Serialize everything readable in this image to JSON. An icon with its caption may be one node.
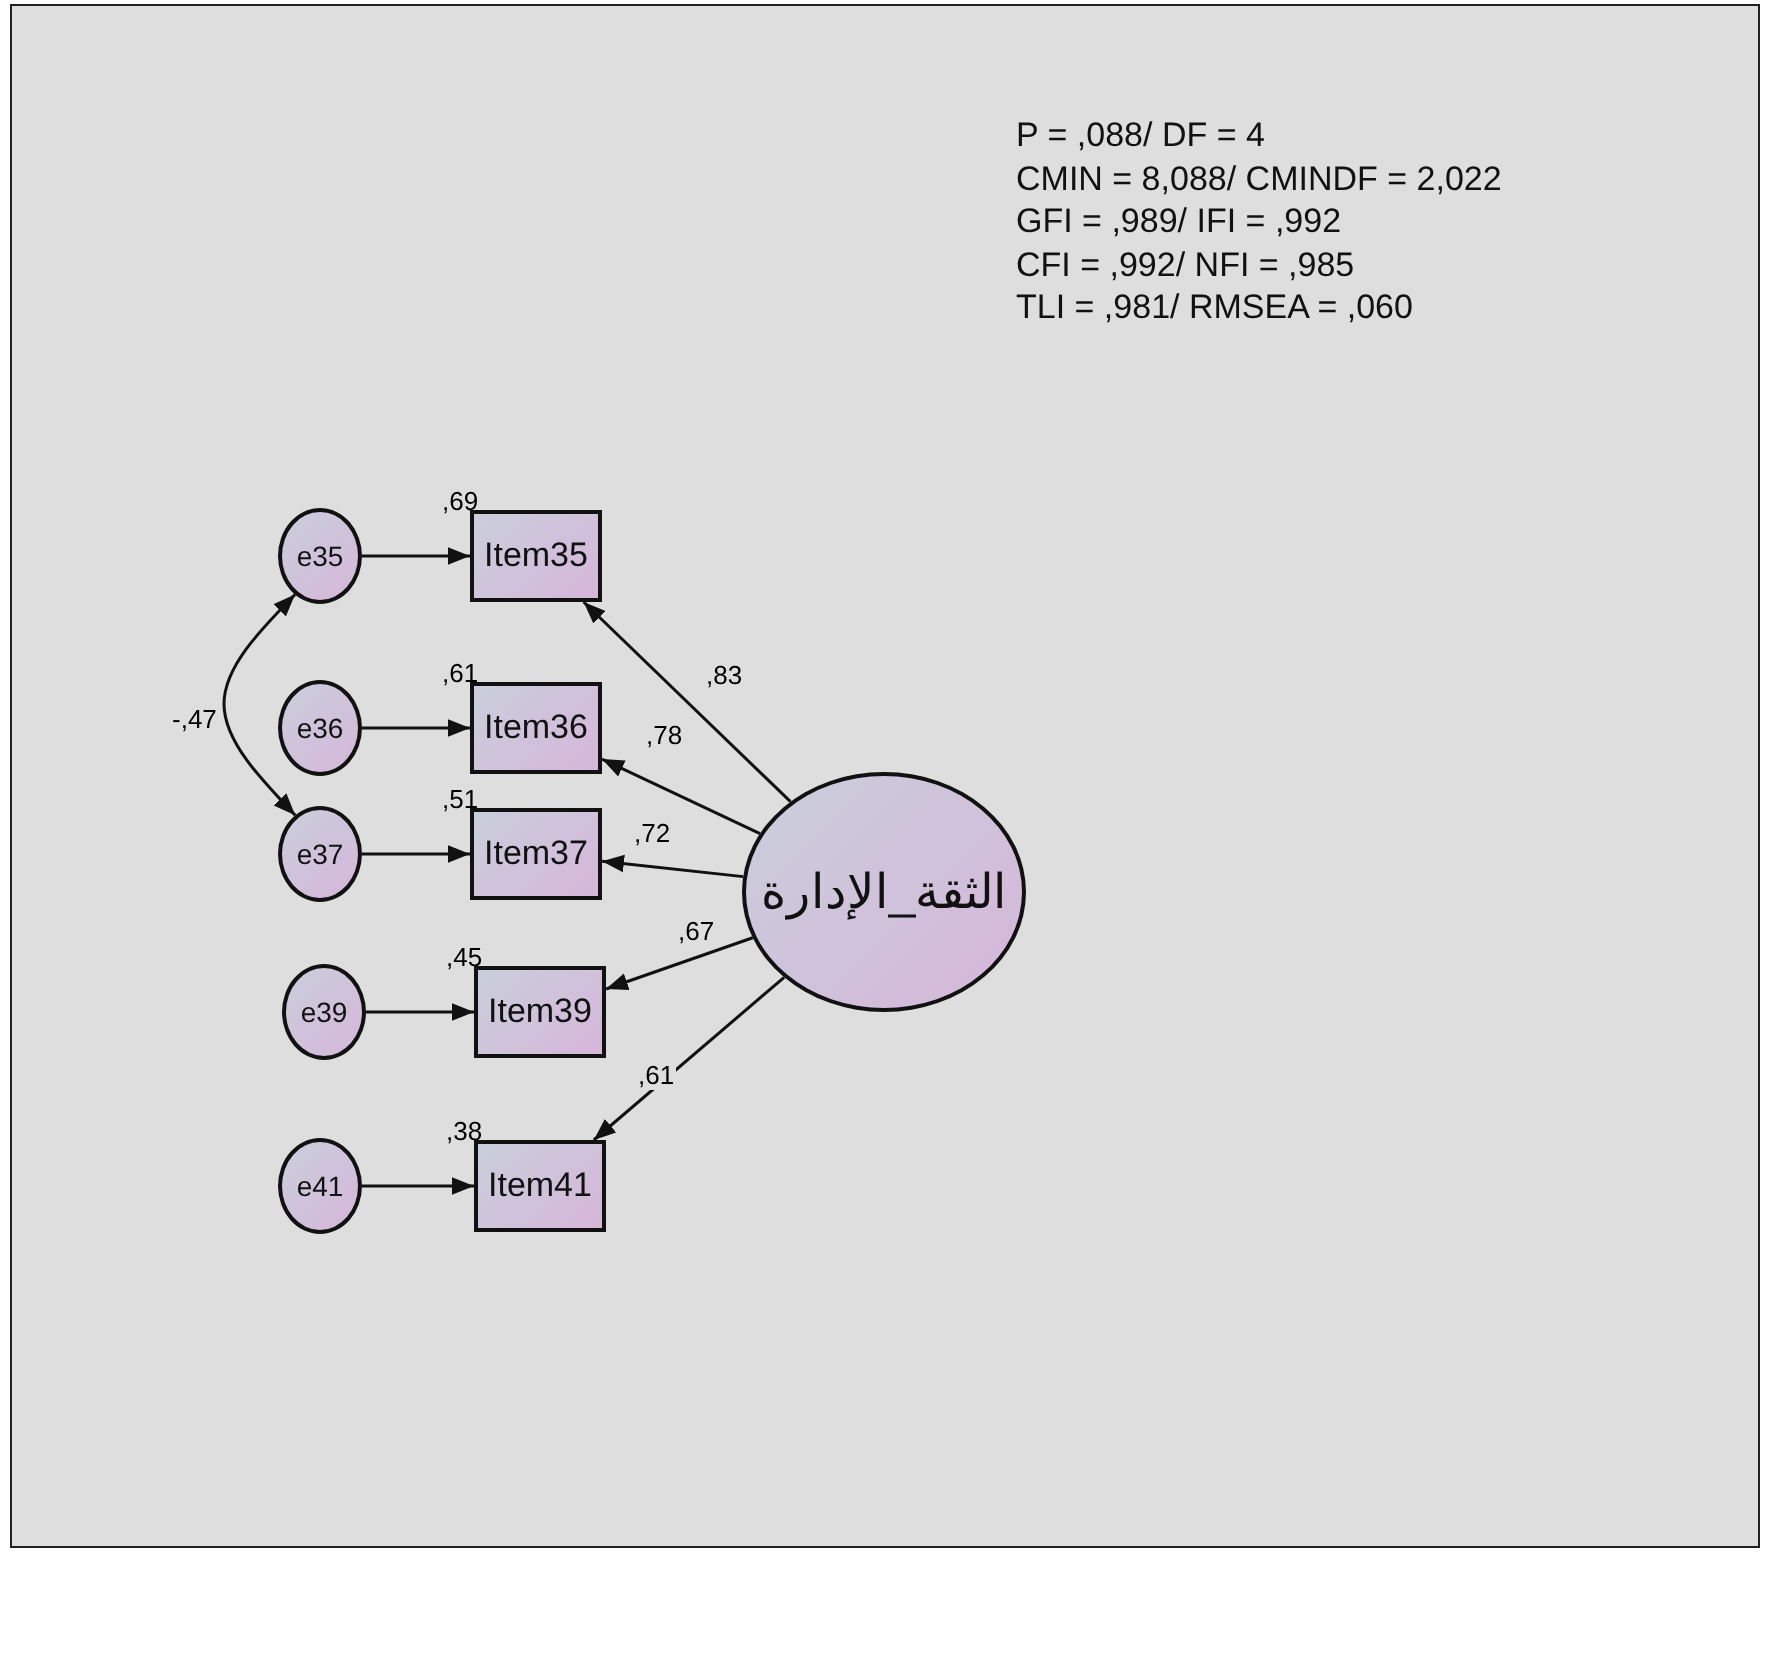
{
  "diagram": {
    "nodes": [
      {
        "text": [
          "e35"
        ]
      },
      {
        "text": [
          "e36"
        ]
      },
      {
        "text": [
          "e37"
        ]
      },
      {
        "text": [
          "e39"
        ]
      },
      {
        "text": [
          "e41"
        ]
      },
      {
        "text": [
          "Item35"
        ],
        "beside": [
          ",69"
        ]
      },
      {
        "text": [
          "Item36"
        ],
        "beside": [
          ",61"
        ]
      },
      {
        "text": [
          "Item37"
        ],
        "beside": [
          ",51"
        ]
      },
      {
        "text": [
          "Item39"
        ],
        "beside": [
          ",45"
        ]
      },
      {
        "text": [
          "Item41"
        ],
        "beside": [
          ",38"
        ]
      },
      {
        "text": [
          "الثقة_الإدارة"
        ]
      }
    ],
    "edges": [
      {
        "from": 0,
        "to": 5,
        "arrow": "to"
      },
      {
        "from": 1,
        "to": 6,
        "arrow": "to"
      },
      {
        "from": 2,
        "to": 7,
        "arrow": "to"
      },
      {
        "from": 3,
        "to": 8,
        "arrow": "to"
      },
      {
        "from": 4,
        "to": 9,
        "arrow": "to"
      },
      {
        "from": 10,
        "to": 5,
        "arrow": "to",
        "label": ",83"
      },
      {
        "from": 10,
        "to": 6,
        "arrow": "to",
        "label": ",78"
      },
      {
        "from": 10,
        "to": 7,
        "arrow": "to",
        "label": ",72"
      },
      {
        "from": 10,
        "to": 8,
        "arrow": "to",
        "label": ",67"
      },
      {
        "from": 10,
        "to": 9,
        "arrow": "to",
        "label": ",61"
      },
      {
        "from": 0,
        "to": 2,
        "arrow": "both",
        "label": "-,47"
      }
    ],
    "labels": [
      "P = ,088/ DF = 4",
      "CMIN = 8,088/ CMINDF = 2,022",
      "GFI = ,989/ IFI = ,992",
      "CFI = ,992/ NFI = ,985",
      "TLI = ,981/ RMSEA = ,060"
    ]
  }
}
